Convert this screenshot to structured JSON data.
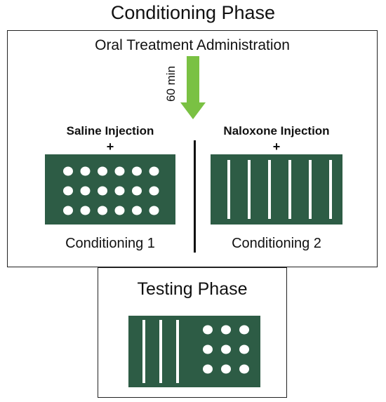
{
  "title": "Conditioning Phase",
  "conditioning": {
    "treatment_label": "Oral Treatment Administration",
    "delay_label": "60 min",
    "left": {
      "injection_label": "Saline Injection",
      "plus": "+",
      "pattern": "dots",
      "caption": "Conditioning 1"
    },
    "right": {
      "injection_label": "Naloxone Injection",
      "plus": "+",
      "pattern": "vertical-stripes",
      "caption": "Conditioning 2"
    }
  },
  "testing": {
    "title": "Testing Phase",
    "left_pattern": "vertical-stripes",
    "right_pattern": "dots"
  },
  "colors": {
    "panel": "#2d5c45",
    "arrow": "#7ac143",
    "pattern": "#ffffff"
  }
}
